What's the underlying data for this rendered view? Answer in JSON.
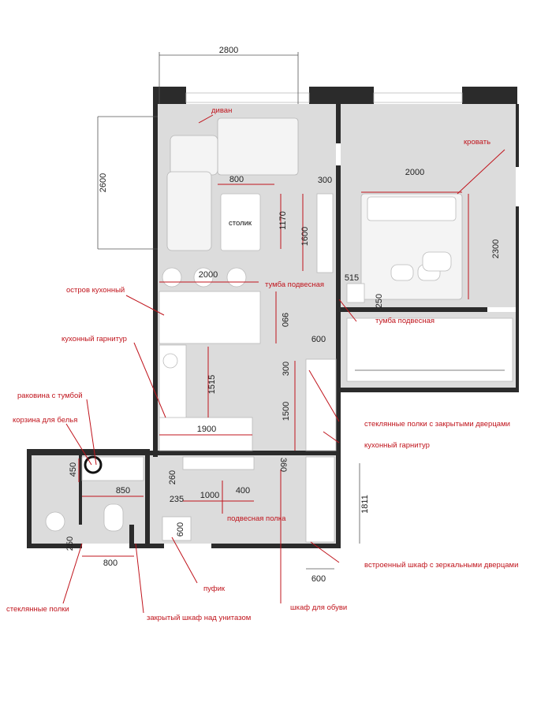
{
  "dimensions": {
    "top_width": "2800",
    "living_height": "2600",
    "sofa_gap": "800",
    "sofa_side": "300",
    "table_height": "1170",
    "pendant_height": "1600",
    "island_width": "2000",
    "island_depth": "990",
    "kitchen_depth": "600",
    "kitchen_run": "1515",
    "cabinet_300": "300",
    "cabinet_1500": "1500",
    "kitchen_bottom": "1900",
    "bed_width": "2000",
    "bed_length": "2300",
    "bedside_515": "515",
    "bedside_250": "250",
    "hall_height": "1811",
    "bath_450": "450",
    "bath_850": "850",
    "bath_260": "260",
    "bath_235": "235",
    "hall_1000": "1000",
    "hall_400": "400",
    "hall_360": "360",
    "bath_600": "600",
    "bath_250": "250",
    "bath_800": "800",
    "wardrobe_600": "600"
  },
  "labels": {
    "sofa": "диван",
    "bed": "кровать",
    "table": "столик",
    "hanging_cabinet_1": "тумба подвесная",
    "hanging_cabinet_2": "тумба подвесная",
    "island": "остров кухонный",
    "kitchen_set_left": "кухонный гарнитур",
    "sink": "раковина с тумбой",
    "laundry": "корзина для белья",
    "glass_shelves_closed": "стеклянные полки с закрытыми дверцами",
    "kitchen_set_right": "кухонный гарнитур",
    "hanging_shelf": "подвесная полка",
    "mirror_wardrobe": "встроенный шкаф с зеркальными дверцами",
    "pouf": "пуфик",
    "glass_shelves": "стеклянные полки",
    "toilet_cabinet": "закрытый шкаф над унитазом",
    "shoe_cabinet": "шкаф для обуви"
  },
  "colors": {
    "accent": "#c0141c",
    "wall": "#2b2b2b",
    "floor": "#dcdcdc"
  }
}
